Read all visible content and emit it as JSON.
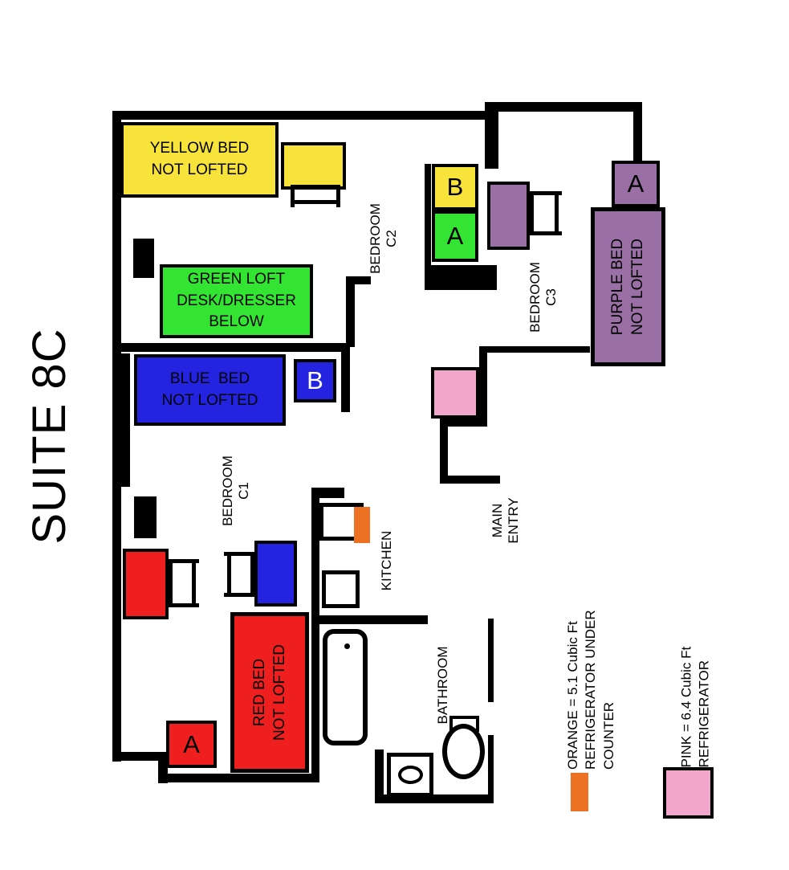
{
  "title": "SUITE 8C",
  "colors": {
    "yellow": "#f8e33a",
    "green": "#33e433",
    "blue": "#2424e0",
    "red": "#ef1f1f",
    "purple": "#9a6fa5",
    "pink": "#f3a6cc",
    "orange": "#ec7123",
    "wall": "#000000"
  },
  "rooms": {
    "bedroom_c1": "BEDROOM\nC1",
    "bedroom_c2": "BEDROOM\nC2",
    "bedroom_c3": "BEDROOM\nC3",
    "kitchen": "KITCHEN",
    "bathroom": "BATHROOM",
    "main_entry": "MAIN\nENTRY"
  },
  "furniture": {
    "yellow_bed": "YELLOW BED\nNOT LOFTED",
    "green_loft": "GREEN LOFT\nDESK/DRESSER\nBELOW",
    "blue_bed": "BLUE  BED\nNOT LOFTED",
    "red_bed": "RED BED\nNOT LOFTED",
    "purple_bed": "PURPLE BED\nNOT LOFTED"
  },
  "badges": {
    "yellow_b": "B",
    "green_a": "A",
    "purple_a": "A",
    "blue_b": "B",
    "red_a": "A"
  },
  "legend": {
    "orange_label": "ORANGE = 5.1 Cubic Ft\nREFRIGERATOR UNDER\nCOUNTER",
    "pink_label": "PINK = 6.4 Cubic Ft\nREFRIGERATOR"
  }
}
